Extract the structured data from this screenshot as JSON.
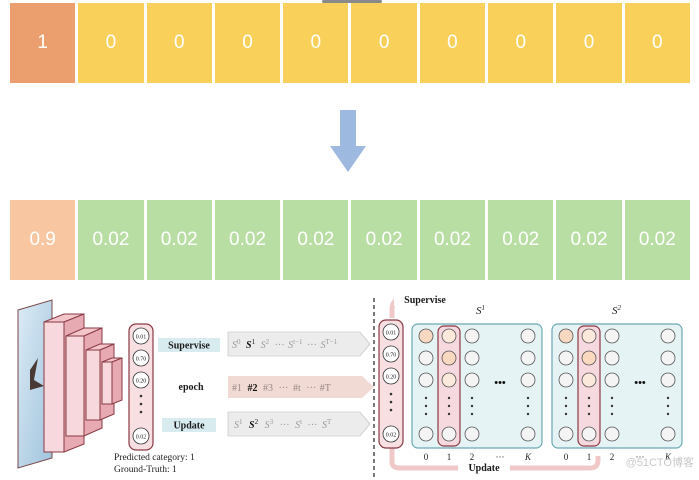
{
  "one_hot_label": [
    "1",
    "0",
    "0",
    "0",
    "0",
    "0",
    "0",
    "0",
    "0",
    "0"
  ],
  "soft_label": [
    "0.9",
    "0.02",
    "0.02",
    "0.02",
    "0.02",
    "0.02",
    "0.02",
    "0.02",
    "0.02",
    "0.02"
  ],
  "colors": {
    "one_hot_target": "#ec9f6e",
    "one_hot_other": "#f9d05a",
    "soft_target": "#f8c6a0",
    "soft_other": "#b9dea4",
    "arrow": "#9db9e0"
  },
  "diagram": {
    "output_values": [
      "0.01",
      "0.70",
      "0.20",
      "0.02"
    ],
    "supervise": "Supervise",
    "epoch": "epoch",
    "update": "Update",
    "supervise_seq": {
      "s0": "S",
      "s0_sup": "0",
      "s1": "S",
      "s1_sup": "1",
      "s2": "S",
      "s2_sup": "2",
      "dots1": "···",
      "st1": "S",
      "st1_sup": "t−1",
      "dots2": "···",
      "sT1": "S",
      "sT1_sup": "T−1"
    },
    "epoch_seq": {
      "e1": "#1",
      "e2": "#2",
      "e3": "#3",
      "dots1": "···",
      "et": "#t",
      "dots2": "···",
      "eT": "#T"
    },
    "update_seq": {
      "s1": "S",
      "s1_sup": "1",
      "s2": "S",
      "s2_sup": "2",
      "s3": "S",
      "s3_sup": "3",
      "dots1": "···",
      "st": "S",
      "st_sup": "t",
      "dots2": "···",
      "sT": "S",
      "sT_sup": "T"
    },
    "predicted_category": "Predicted category: 1",
    "ground_truth": "Ground-Truth: 1",
    "right_supervise": "Supervise",
    "right_update": "Update",
    "matrix1_title": "S",
    "matrix1_sup": "1",
    "matrix2_title": "S",
    "matrix2_sup": "2",
    "m1_axis": [
      "0",
      "1",
      "2",
      "···",
      "K"
    ],
    "m2_axis": [
      "0",
      "1",
      "2",
      "···",
      "K"
    ],
    "hdots": "•••"
  },
  "watermark": "@51CTO博客"
}
